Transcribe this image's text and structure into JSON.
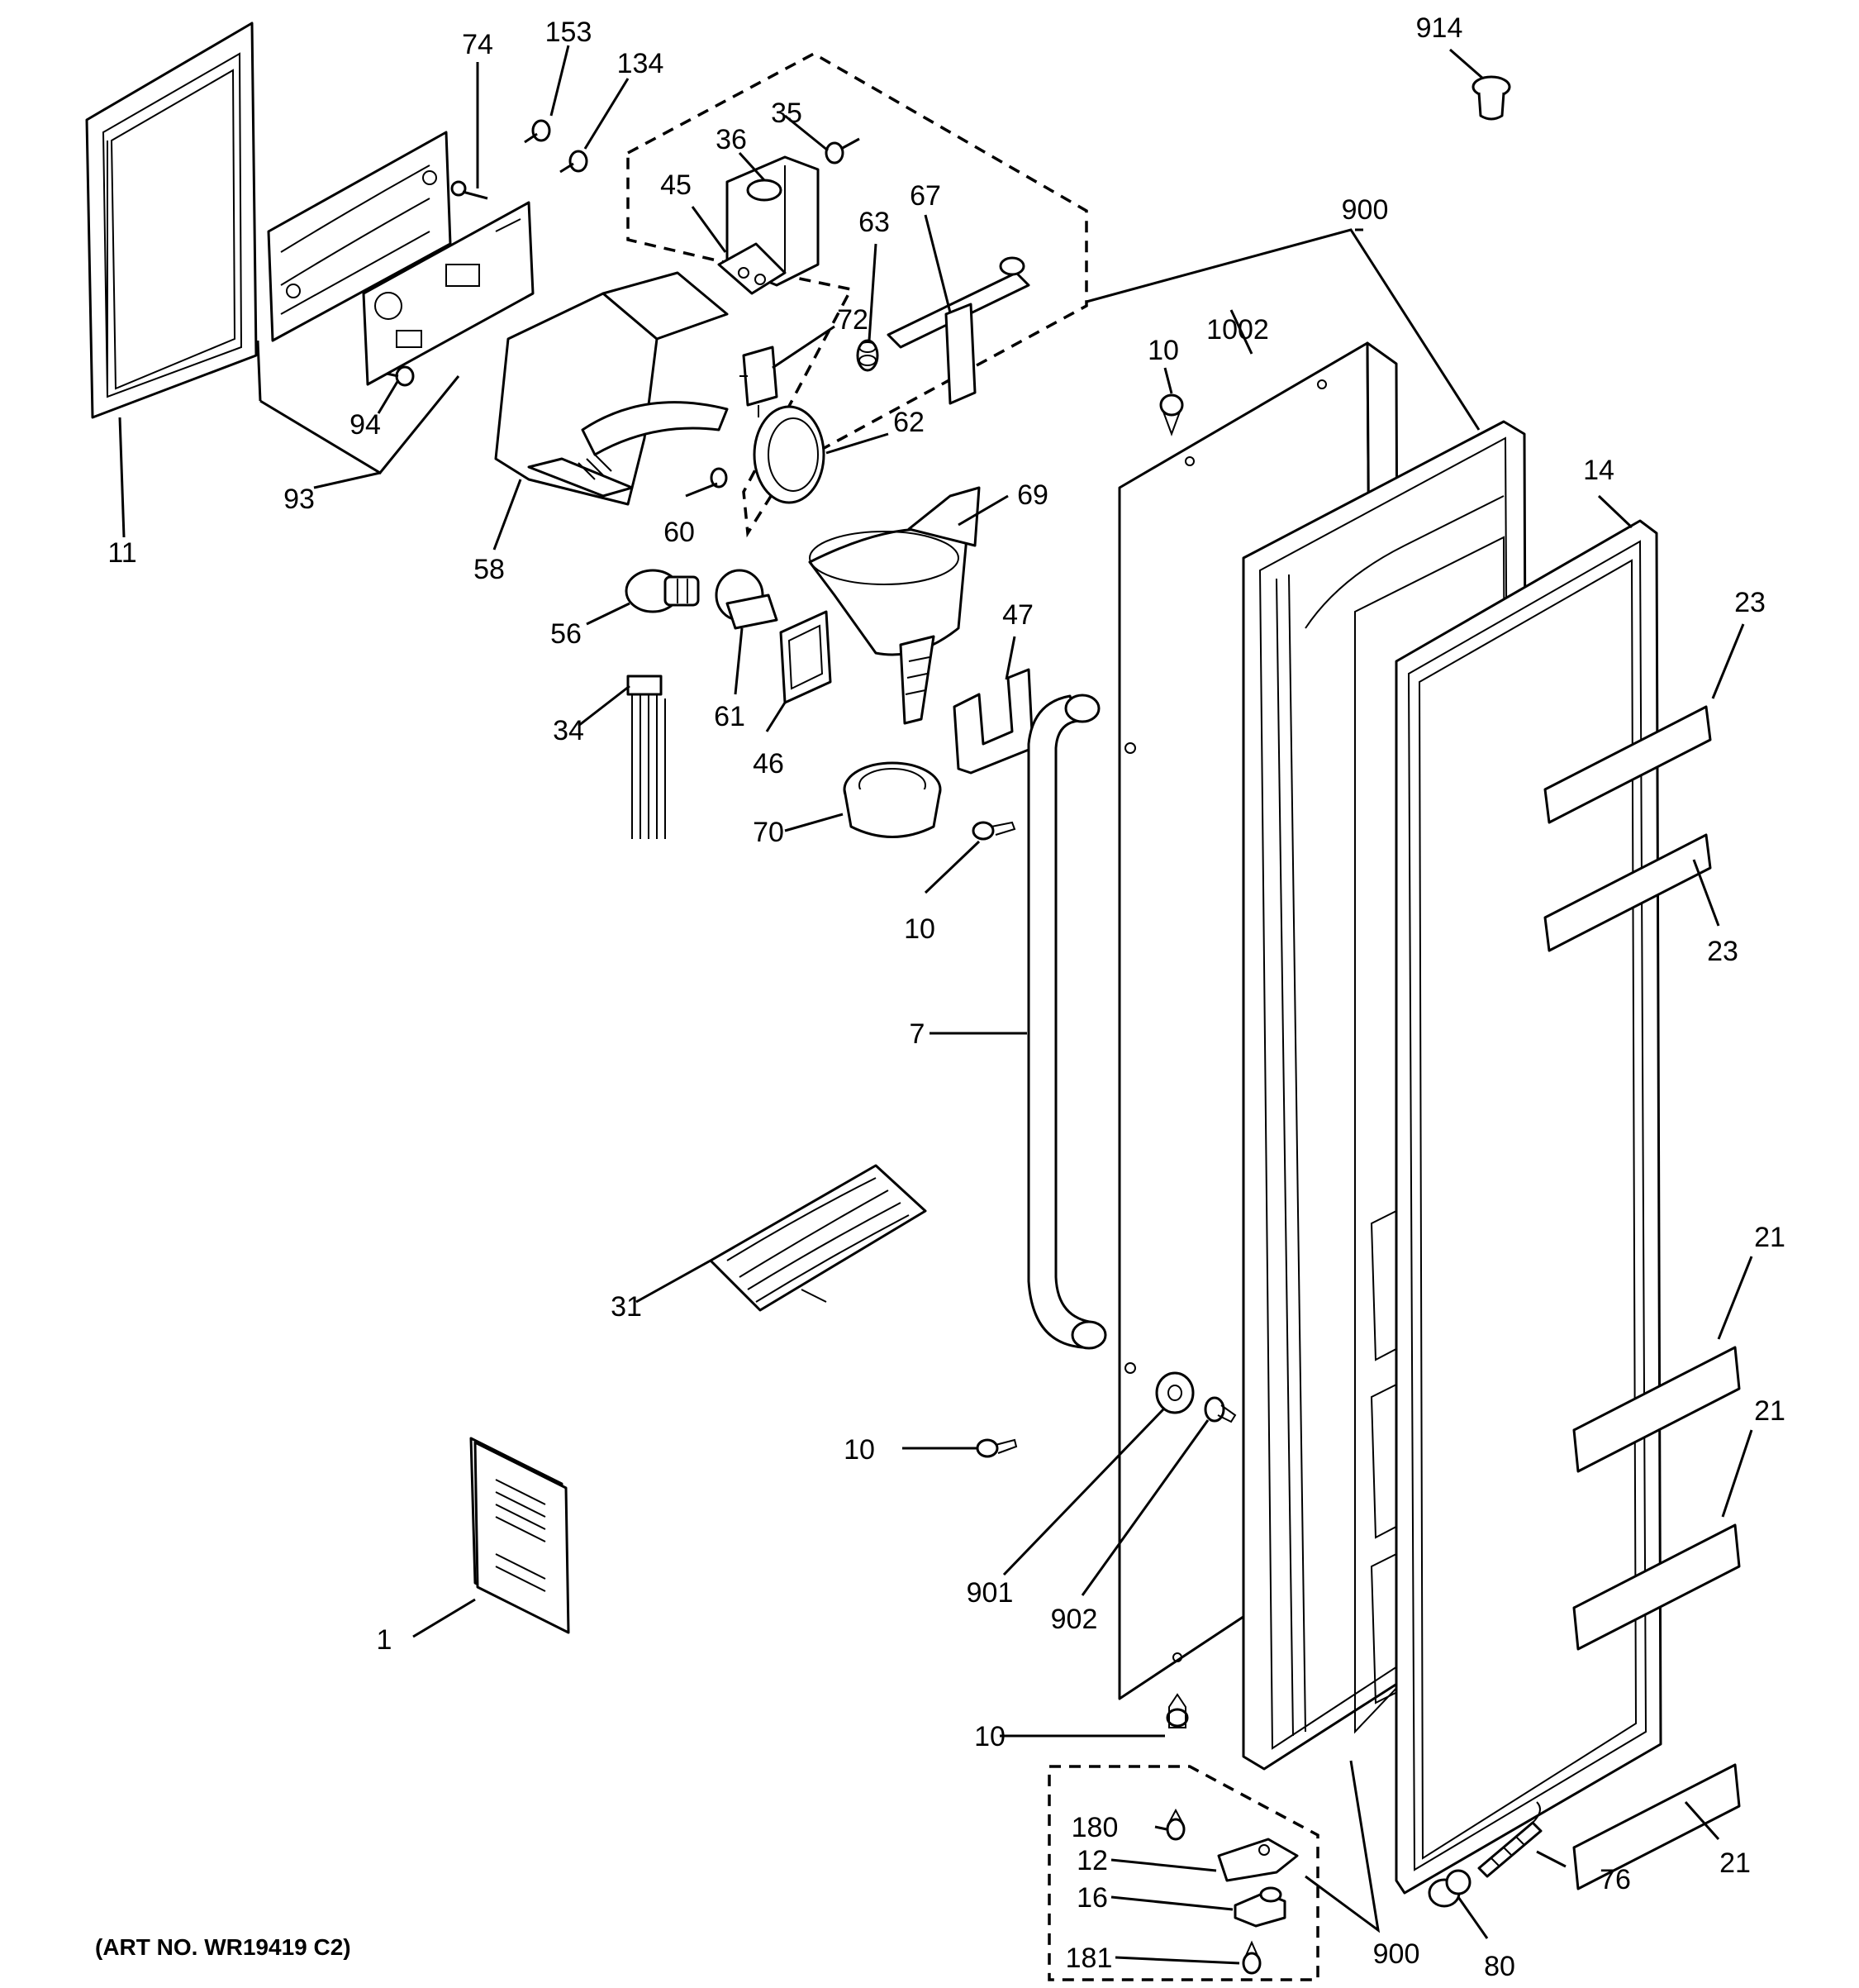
{
  "diagram": {
    "art_number": "(ART NO. WR19419 C2)",
    "labels": {
      "p11": "11",
      "p93": "93",
      "p74": "74",
      "p153": "153",
      "p134": "134",
      "p94": "94",
      "p58": "58",
      "p60": "60",
      "p62": "62",
      "p72": "72",
      "p63": "63",
      "p67": "67",
      "p35": "35",
      "p36": "36",
      "p45": "45",
      "p69": "69",
      "p56": "56",
      "p61": "61",
      "p46": "46",
      "p47": "47",
      "p34": "34",
      "p70": "70",
      "p10a": "10",
      "p10b": "10",
      "p10c": "10",
      "p10d": "10",
      "p7": "7",
      "p31": "31",
      "p1": "1",
      "p901": "901",
      "p902": "902",
      "p914": "914",
      "p900a": "900",
      "p900b": "900",
      "p1002": "1002",
      "p14": "14",
      "p23a": "23",
      "p23b": "23",
      "p21a": "21",
      "p21b": "21",
      "p21c": "21",
      "p180": "180",
      "p12": "12",
      "p16": "16",
      "p181": "181",
      "p76": "76",
      "p80": "80"
    }
  }
}
